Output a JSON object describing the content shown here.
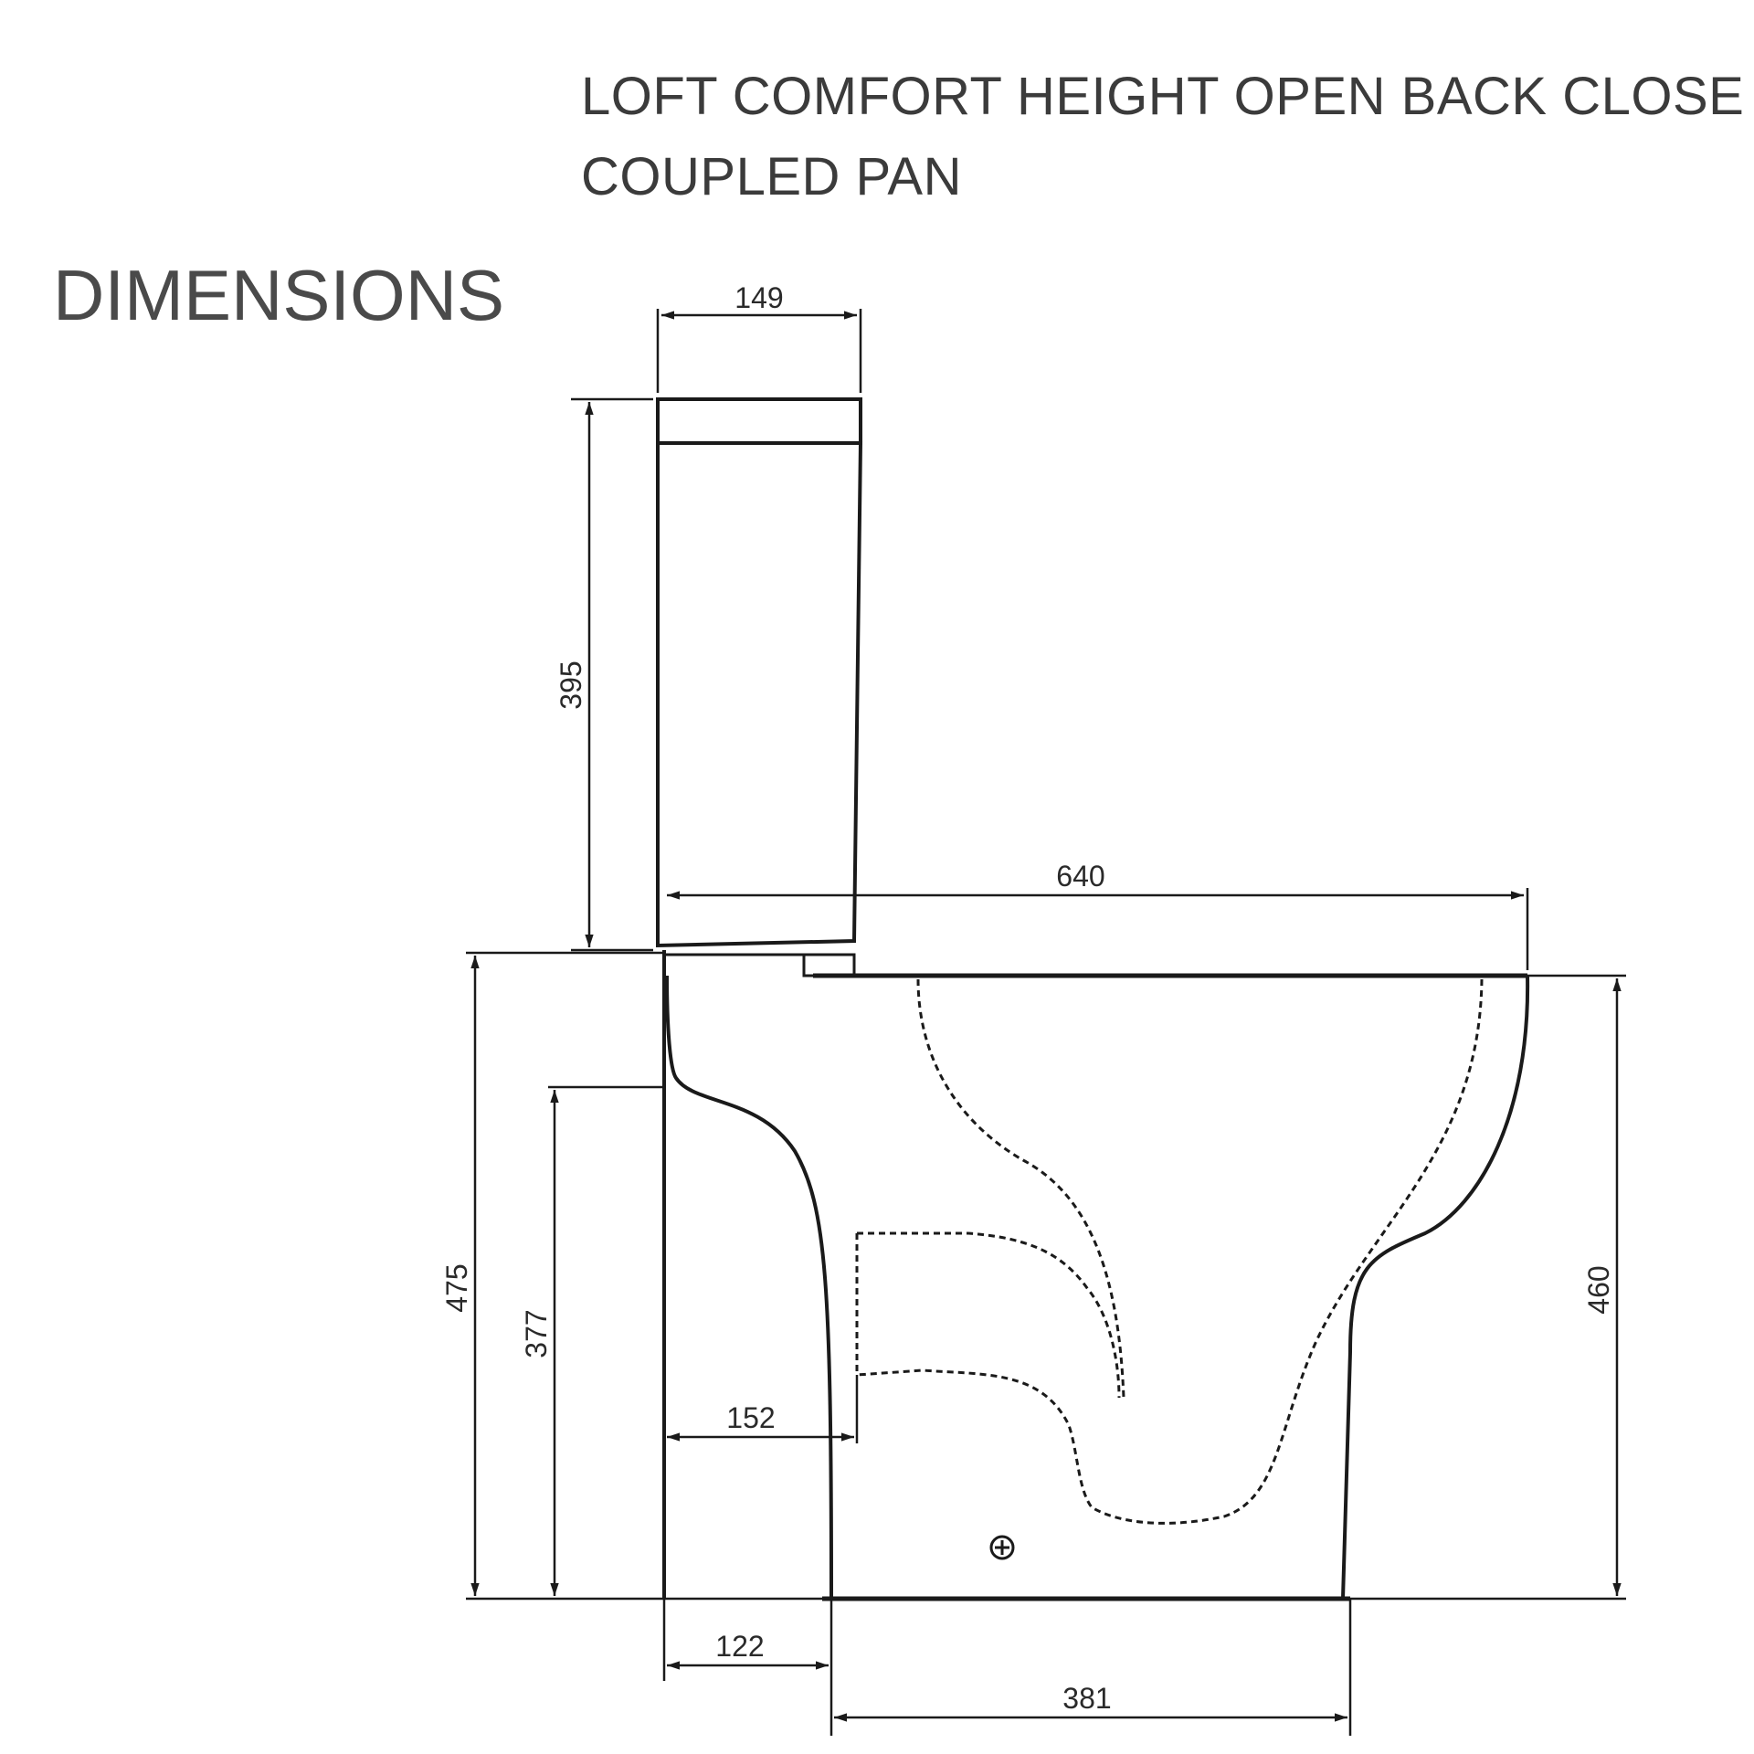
{
  "header": {
    "title_line1": "LOFT COMFORT HEIGHT OPEN BACK CLOSE",
    "title_line2": "COUPLED PAN",
    "heading": "DIMENSIONS"
  },
  "dimensions": {
    "cistern_width": "149",
    "cistern_height": "395",
    "overall_length": "640",
    "overall_height": "475",
    "inlet_height": "377",
    "inlet_setback": "152",
    "rear_setback": "122",
    "footprint_length": "381",
    "pan_height": "460"
  }
}
